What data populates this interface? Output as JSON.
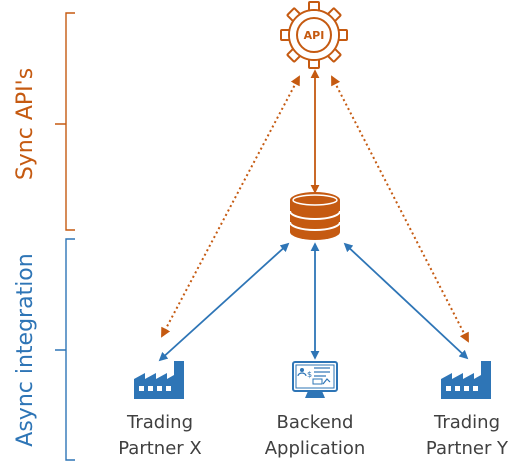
{
  "colors": {
    "sync": "#c55a11",
    "async": "#2e75b6",
    "text": "#404040",
    "background": "#ffffff"
  },
  "brackets": {
    "sync_label": "Sync API's",
    "async_label": "Async integration"
  },
  "nodes": {
    "api": {
      "icon": "api-gear-icon",
      "text": "API"
    },
    "database": {
      "icon": "database-icon"
    },
    "partner_x": {
      "icon": "factory-icon",
      "line1": "Trading",
      "line2": "Partner X"
    },
    "backend": {
      "icon": "backend-monitor-icon",
      "line1": "Backend",
      "line2": "Application"
    },
    "partner_y": {
      "icon": "factory-icon",
      "line1": "Trading",
      "line2": "Partner Y"
    }
  },
  "connections": [
    {
      "from": "api",
      "to": "database",
      "style": "solid",
      "color": "sync"
    },
    {
      "from": "api",
      "to": "partner_x",
      "style": "dotted",
      "color": "sync"
    },
    {
      "from": "api",
      "to": "partner_y",
      "style": "dotted",
      "color": "sync"
    },
    {
      "from": "database",
      "to": "partner_x",
      "style": "solid",
      "color": "async"
    },
    {
      "from": "database",
      "to": "backend",
      "style": "solid",
      "color": "async"
    },
    {
      "from": "database",
      "to": "partner_y",
      "style": "solid",
      "color": "async"
    }
  ]
}
